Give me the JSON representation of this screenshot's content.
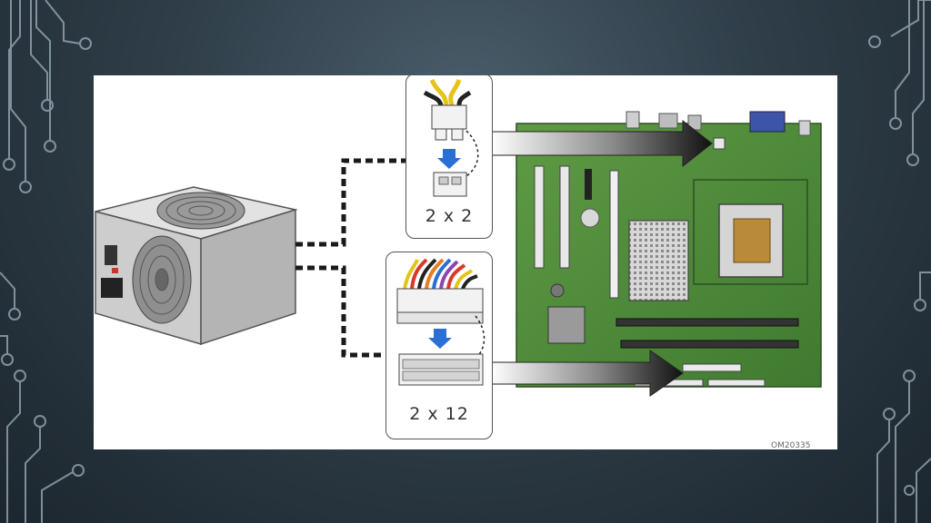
{
  "diagram": {
    "connector_small_label": "2 x 2",
    "connector_large_label": "2 x 12",
    "figure_code": "OM20335"
  },
  "colors": {
    "background": "#2f3e49",
    "board": "#4f8a3c",
    "psu": "#c9c9c9"
  }
}
